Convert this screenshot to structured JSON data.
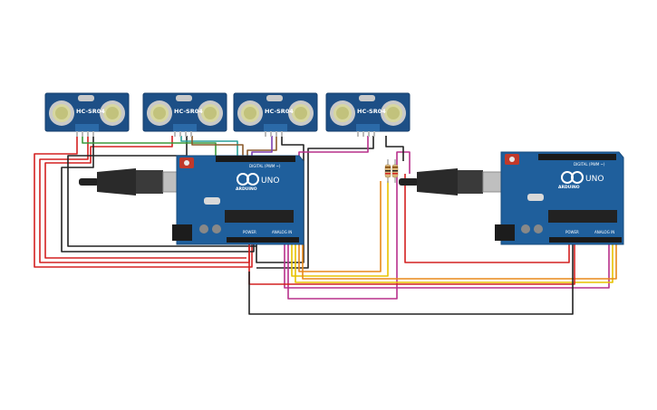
{
  "sensors": [
    {
      "label": "HC-SR04"
    },
    {
      "label": "HC-SR04"
    },
    {
      "label": "HC-SR04"
    },
    {
      "label": "HC-SR04"
    }
  ],
  "arduinos": [
    {
      "name": "UNO",
      "brand": "ARDUINO",
      "digital_label": "DIGITAL (PWM ~)",
      "power_label": "POWER",
      "analog_label": "ANALOG IN"
    },
    {
      "name": "UNO",
      "brand": "ARDUINO",
      "digital_label": "DIGITAL (PWM ~)",
      "power_label": "POWER",
      "analog_label": "ANALOG IN"
    }
  ],
  "colors": {
    "board": "#1f5f9c",
    "sensor": "#1d4f86",
    "wire_red": "#d42121",
    "wire_black": "#222222",
    "wire_yellow": "#e7c200",
    "wire_orange": "#e8891a",
    "wire_magenta": "#b8308c",
    "wire_green": "#3c9a3c",
    "wire_brown": "#8a5a2b",
    "wire_purple": "#7d3fb0"
  }
}
